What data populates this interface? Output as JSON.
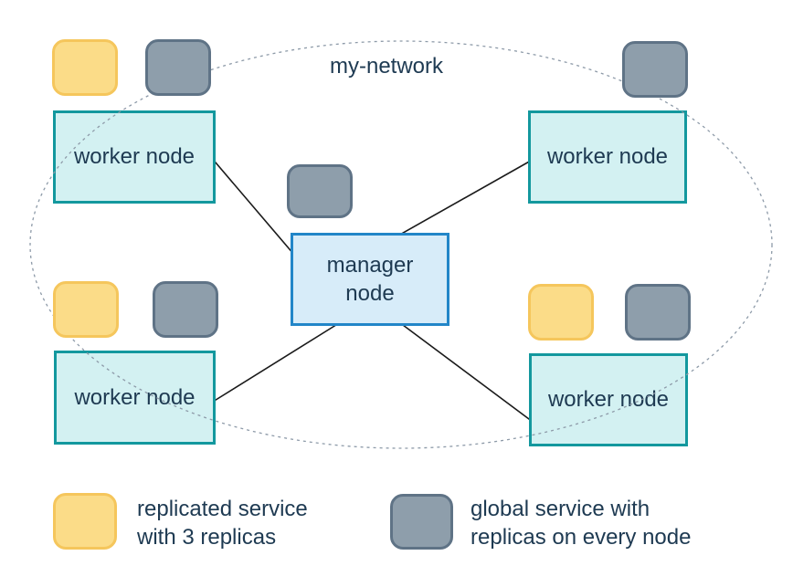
{
  "network": {
    "label": "my-network"
  },
  "nodes": {
    "manager": {
      "label": "manager node"
    },
    "worker": {
      "label": "worker node"
    }
  },
  "services": {
    "replicated": {
      "icon": "yellow-rounded-square",
      "count_in_diagram": 3
    },
    "global": {
      "icon": "gray-rounded-square",
      "count_in_diagram": 5
    }
  },
  "legend": {
    "replicated_lines": [
      "replicated service",
      "with 3 replicas"
    ],
    "global_lines": [
      "global service with",
      "replicas on every node"
    ]
  },
  "colors": {
    "worker_fill": "#d3f1f2",
    "worker_border": "#13989e",
    "manager_fill": "#d7ecf9",
    "manager_border": "#2286c8",
    "replicated_fill": "#fbdc88",
    "replicated_border": "#f5c65c",
    "global_fill": "#8e9eab",
    "global_border": "#5f7386",
    "text": "#1e3a52",
    "connector": "#1a1a1a",
    "network_dash": "#8d9aa8"
  }
}
